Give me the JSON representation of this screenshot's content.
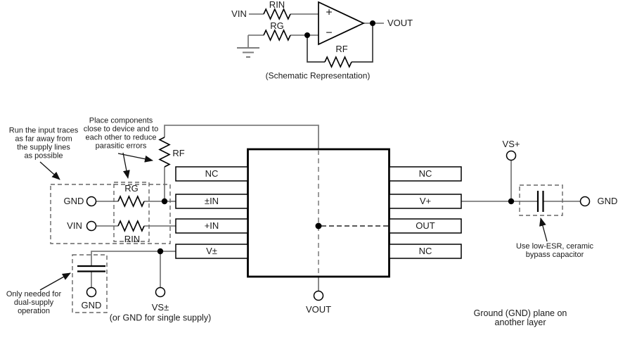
{
  "colors": {
    "wire": "#7d7d7d",
    "feedback_wire": "#3a3a3a",
    "component": "#000000",
    "dashed_box": "#666666",
    "inner_dash": "#909090",
    "background": "#ffffff"
  },
  "schematic": {
    "caption": "(Schematic Representation)",
    "vin_label": "VIN",
    "rin_label": "RIN",
    "rg_label": "RG",
    "rf_label": "RF",
    "vout_label": "VOUT",
    "opamp_plus": "+",
    "opamp_minus": "−"
  },
  "layout": {
    "chip_left_pins": [
      "NC",
      "±IN",
      "+IN",
      "V±"
    ],
    "chip_right_pins": [
      "NC",
      "V+",
      "OUT",
      "NC"
    ],
    "rf_label": "RF",
    "rg_label": "RG",
    "rin_label": "RIN",
    "terminals": {
      "gnd_input": "GND",
      "vin_input": "VIN",
      "gnd_supply_cap": "GND",
      "vs_dual": "VS±",
      "vs_dual_note": "(or GND for single supply)",
      "vout": "VOUT",
      "vs_plus": "VS+",
      "gnd_bypass": "GND"
    },
    "annotations": {
      "input_traces": "Run the input traces\nas far away from\nthe supply lines\nas possible",
      "place_components": "Place components\nclose to device and to\neach other to reduce\nparasitic errors",
      "dual_supply": "Only needed for\ndual-supply\noperation",
      "bypass": "Use low-ESR, ceramic\nbypass capacitor",
      "gnd_plane": "Ground (GND) plane on another layer"
    }
  }
}
